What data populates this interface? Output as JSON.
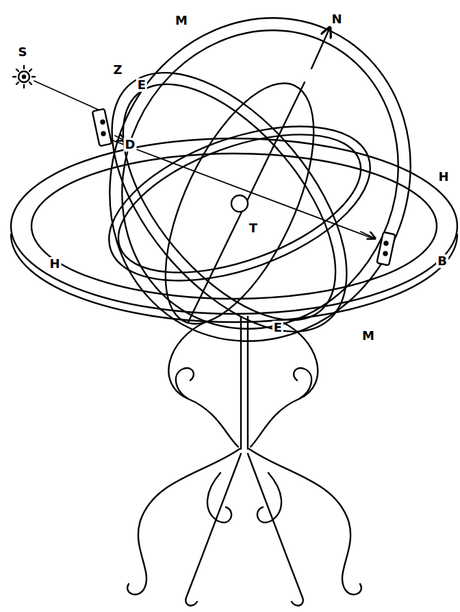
{
  "diagram": {
    "labels": [
      "M",
      "N",
      "S",
      "Z",
      "E",
      "D",
      "H",
      "T",
      "H",
      "B",
      "E",
      "M"
    ]
  }
}
